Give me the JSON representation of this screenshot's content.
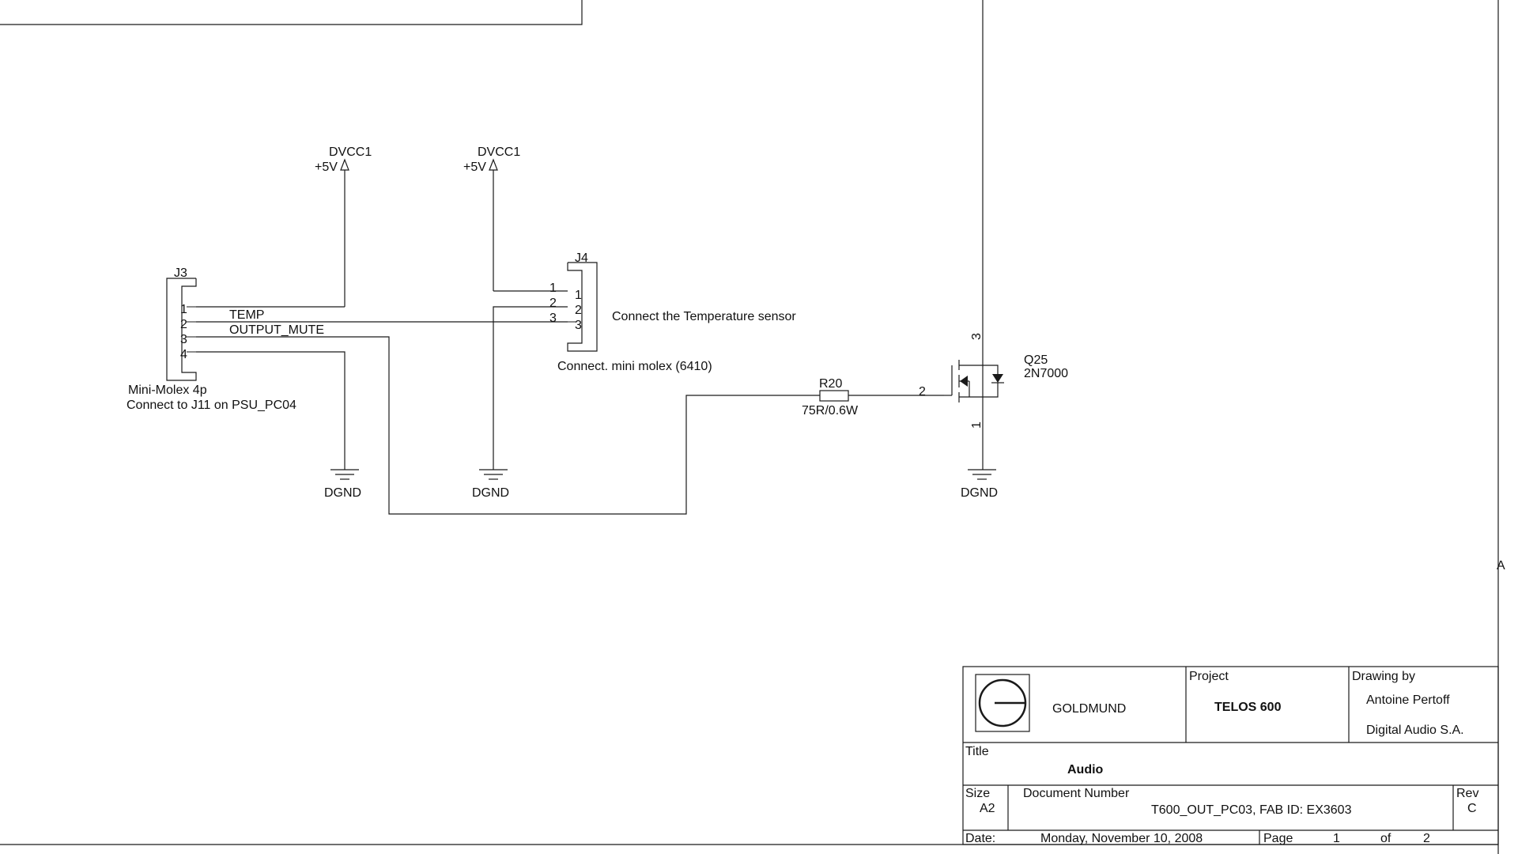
{
  "nets": {
    "dvcc1_left": "DVCC1",
    "dvcc1_left_voltage": "+5V",
    "dvcc1_right": "DVCC1",
    "dvcc1_right_voltage": "+5V",
    "temp": "TEMP",
    "output_mute": "OUTPUT_MUTE",
    "dgnd_1": "DGND",
    "dgnd_2": "DGND",
    "dgnd_3": "DGND"
  },
  "j3": {
    "ref": "J3",
    "pins": [
      "1",
      "2",
      "3",
      "4"
    ],
    "value": "Mini-Molex 4p",
    "note": "Connect to J11 on PSU_PC04"
  },
  "j4": {
    "ref": "J4",
    "pins_outer": [
      "1",
      "2",
      "3"
    ],
    "pins_inner": [
      "1",
      "2",
      "3"
    ],
    "note": "Connect the Temperature sensor",
    "value": "Connect. mini molex (6410)"
  },
  "r20": {
    "ref": "R20",
    "value": "75R/0.6W"
  },
  "q25": {
    "ref": "Q25",
    "value": "2N7000",
    "pin_gate": "2",
    "pin_drain": "3",
    "pin_source": "1"
  },
  "border": {
    "zone_letter": "A"
  },
  "title_block": {
    "company": "GOLDMUND",
    "project_label": "Project",
    "project": "TELOS 600",
    "drawing_by_label": "Drawing by",
    "author": "Antoine Pertoff",
    "author_company": "Digital Audio S.A.",
    "title_label": "Title",
    "title": "Audio",
    "size_label": "Size",
    "size": "A2",
    "docnum_label": "Document Number",
    "docnum": "T600_OUT_PC03, FAB ID: EX3603",
    "rev_label": "Rev",
    "rev": "C",
    "date_label": "Date:",
    "date": "Monday, November 10, 2008",
    "page_label": "Page",
    "page": "1",
    "of_label": "of",
    "pages": "2"
  }
}
